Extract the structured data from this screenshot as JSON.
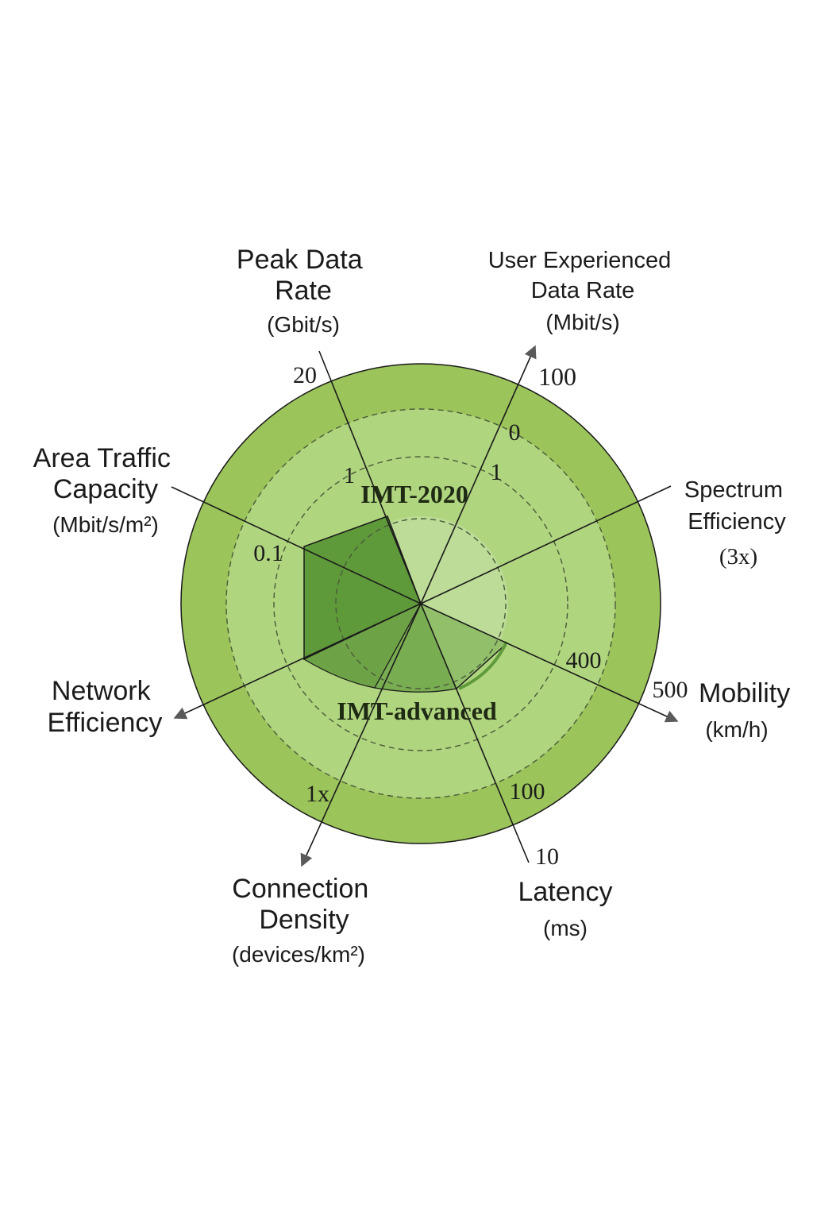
{
  "diagram": {
    "axes": [
      {
        "id": "peak",
        "title_lines": [
          "Peak Data",
          "Rate"
        ],
        "unit": "(Gbit/s)"
      },
      {
        "id": "user",
        "title_lines": [
          "User Experienced",
          "Data Rate"
        ],
        "unit": "(Mbit/s)"
      },
      {
        "id": "spectrum",
        "title_lines": [
          "Spectrum",
          "Efficiency"
        ],
        "unit": "(3x)"
      },
      {
        "id": "mobility",
        "title_lines": [
          "Mobility"
        ],
        "unit": "(km/h)"
      },
      {
        "id": "latency",
        "title_lines": [
          "Latency"
        ],
        "unit": "(ms)"
      },
      {
        "id": "density",
        "title_lines": [
          "Connection",
          "Density"
        ],
        "unit": "(devices/km²)"
      },
      {
        "id": "network",
        "title_lines": [
          "Network",
          "Efficiency"
        ],
        "unit": ""
      },
      {
        "id": "area",
        "title_lines": [
          "Area Traffic",
          "Capacity"
        ],
        "unit": "(Mbit/s/m²)"
      }
    ],
    "tick_labels": {
      "peak_outer": "20",
      "peak_inner": "1",
      "user_outer": "100",
      "user_mid": "0",
      "user_inner": "1",
      "area": "0.1",
      "mobility_inner": "400",
      "mobility_outer": "500",
      "latency_inner": "100",
      "latency_outer": "10",
      "density": "1x"
    },
    "series": {
      "imt2020": "IMT-2020",
      "imt_advanced": "IMT-advanced"
    },
    "colors": {
      "outer_ring": "#9bc45a",
      "inner_fill": "#b0d57f",
      "center_fill": "#bcdc97",
      "imt_advanced_dark": "#5f9a3a",
      "imt_advanced_mid": "#79ad52",
      "axis_line": "#1a1a1a",
      "dashed_ring": "#4a5a3a"
    }
  }
}
